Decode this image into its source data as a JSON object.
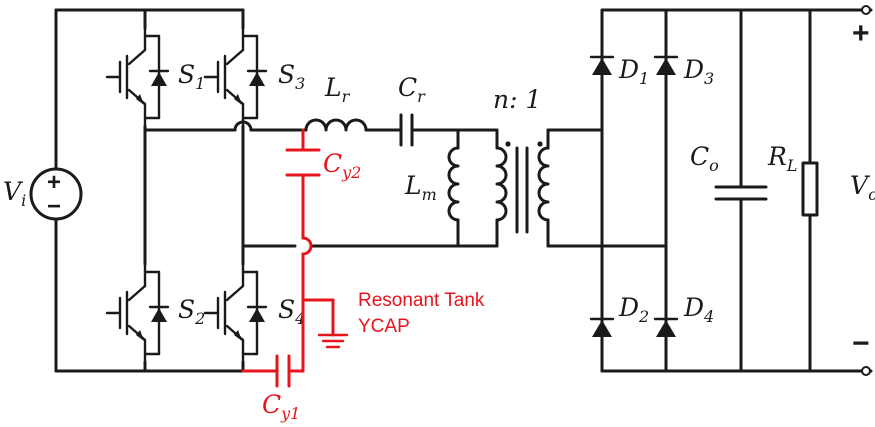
{
  "labels": {
    "vi": "V",
    "vi_sub": "i",
    "s1": "S",
    "s1_sub": "1",
    "s2": "S",
    "s2_sub": "2",
    "s3": "S",
    "s3_sub": "3",
    "s4": "S",
    "s4_sub": "4",
    "lr": "L",
    "lr_sub": "r",
    "cr": "C",
    "cr_sub": "r",
    "lm": "L",
    "lm_sub": "m",
    "ratio": "n: 1",
    "d1": "D",
    "d1_sub": "1",
    "d2": "D",
    "d2_sub": "2",
    "d3": "D",
    "d3_sub": "3",
    "d4": "D",
    "d4_sub": "4",
    "co": "C",
    "co_sub": "o",
    "rl": "R",
    "rl_sub": "L",
    "vo": "V",
    "vo_sub": "o",
    "cy1": "C",
    "cy1_sub": "y1",
    "cy2": "C",
    "cy2_sub": "y2",
    "plus": "+",
    "minus": "−",
    "src_plus": "+",
    "src_minus": "−"
  },
  "note": {
    "line1": "Resonant Tank",
    "line2": "YCAP"
  },
  "colors": {
    "wire": "#1a1a1a",
    "ycap": "#e8141b"
  },
  "icons": {
    "source": "dc-voltage-source-icon",
    "switch": "igbt-with-antiparallel-diode-icon",
    "diode": "diode-icon",
    "ground": "ground-icon",
    "transformer": "transformer-icon"
  }
}
